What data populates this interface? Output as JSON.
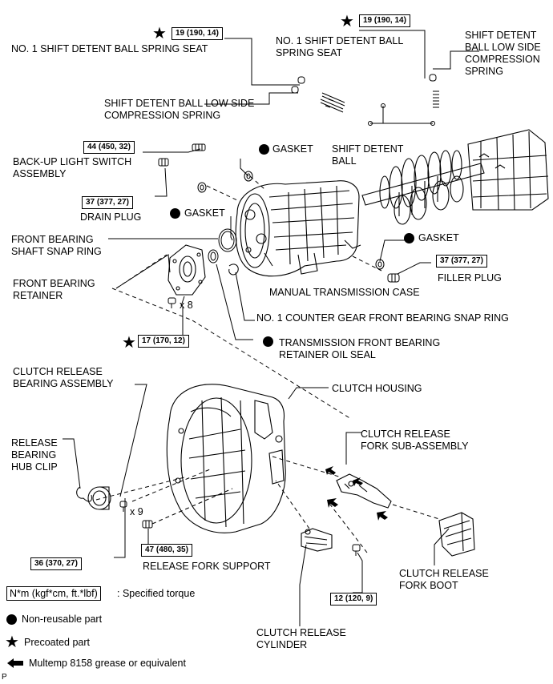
{
  "labels": {
    "spring_seat_left": "NO. 1 SHIFT DETENT BALL SPRING SEAT",
    "spring_seat_right": "NO. 1 SHIFT DETENT BALL\nSPRING SEAT",
    "low_side_spring_right": "SHIFT DETENT\nBALL LOW SIDE\nCOMPRESSION\nSPRING",
    "low_side_spring_left": "SHIFT DETENT BALL LOW SIDE\nCOMPRESSION SPRING",
    "gasket_top": "GASKET",
    "shift_detent_ball": "SHIFT DETENT\nBALL",
    "backup_light_switch": "BACK-UP LIGHT SWITCH\nASSEMBLY",
    "drain_plug": "DRAIN PLUG",
    "gasket_mid": "GASKET",
    "gasket_right": "GASKET",
    "front_bearing_snap_ring": "FRONT BEARING\nSHAFT SNAP RING",
    "front_bearing_retainer": "FRONT BEARING\nRETAINER",
    "manual_transmission_case": "MANUAL TRANSMISSION CASE",
    "filler_plug": "FILLER PLUG",
    "x8": "x 8",
    "counter_gear_snap_ring": "NO. 1 COUNTER GEAR FRONT BEARING SNAP RING",
    "oil_seal": "TRANSMISSION FRONT BEARING\nRETAINER OIL SEAL",
    "clutch_release_bearing": "CLUTCH RELEASE\nBEARING ASSEMBLY",
    "clutch_housing": "CLUTCH HOUSING",
    "release_bearing_hub_clip": "RELEASE\nBEARING\nHUB CLIP",
    "clutch_release_fork": "CLUTCH RELEASE\nFORK SUB-ASSEMBLY",
    "x9": "x 9",
    "release_fork_support": "RELEASE FORK SUPPORT",
    "clutch_release_fork_boot": "CLUTCH RELEASE\nFORK BOOT",
    "clutch_release_cylinder": "CLUTCH RELEASE\nCYLINDER"
  },
  "torques": {
    "spring_seat_left": "19 (190, 14)",
    "spring_seat_right": "19 (190, 14)",
    "backup_light_switch": "44 (450, 32)",
    "drain_plug": "37 (377, 27)",
    "filler_plug": "37 (377, 27)",
    "retainer_bolts": "17 (170, 12)",
    "hub_bolts": "36 (370, 27)",
    "release_fork_support": "47 (480, 35)",
    "cylinder_bolt": "12 (120, 9)"
  },
  "legend": {
    "torque_unit": "N*m (kgf*cm, ft.*lbf)",
    "torque_desc": ": Specified torque",
    "non_reusable": "Non-reusable part",
    "precoated": "Precoated part",
    "grease": "Multemp 8158 grease or equivalent"
  },
  "footer_code": "P",
  "icons": [
    "filled-circle-icon",
    "star-icon",
    "arrow-left-icon"
  ]
}
